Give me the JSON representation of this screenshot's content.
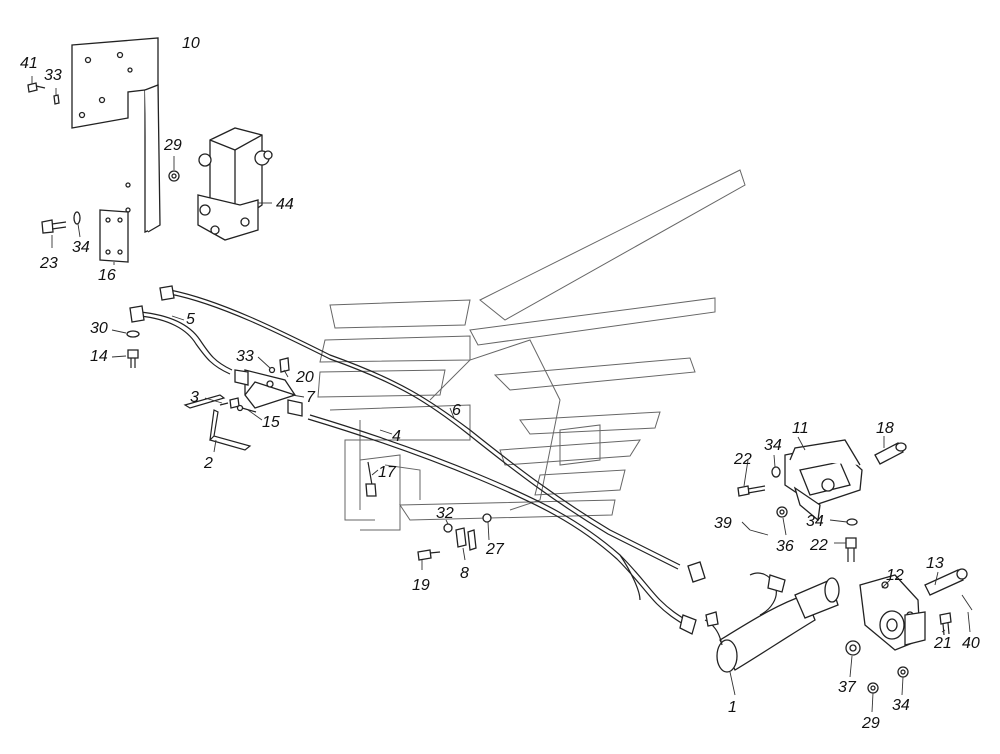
{
  "labels": {
    "l41": "41",
    "l33a": "33",
    "l10": "10",
    "l29a": "29",
    "l44": "44",
    "l23": "23",
    "l34a": "34",
    "l16": "16",
    "l30": "30",
    "l5": "5",
    "l14": "14",
    "l33b": "33",
    "l20": "20",
    "l3": "3",
    "l7": "7",
    "l15": "15",
    "l2": "2",
    "l6": "6",
    "l4": "4",
    "l17": "17",
    "l32": "32",
    "l27": "27",
    "l19": "19",
    "l8": "8",
    "l11": "11",
    "l18": "18",
    "l22a": "22",
    "l34b": "34",
    "l39": "39",
    "l36": "36",
    "l34c": "34",
    "l22b": "22",
    "l12": "12",
    "l13": "13",
    "l21": "21",
    "l40": "40",
    "l1": "1",
    "l37": "37",
    "l29b": "29",
    "l34d": "34"
  },
  "colors": {
    "line": "#222222",
    "watermark": "#666666",
    "background": "#ffffff"
  }
}
